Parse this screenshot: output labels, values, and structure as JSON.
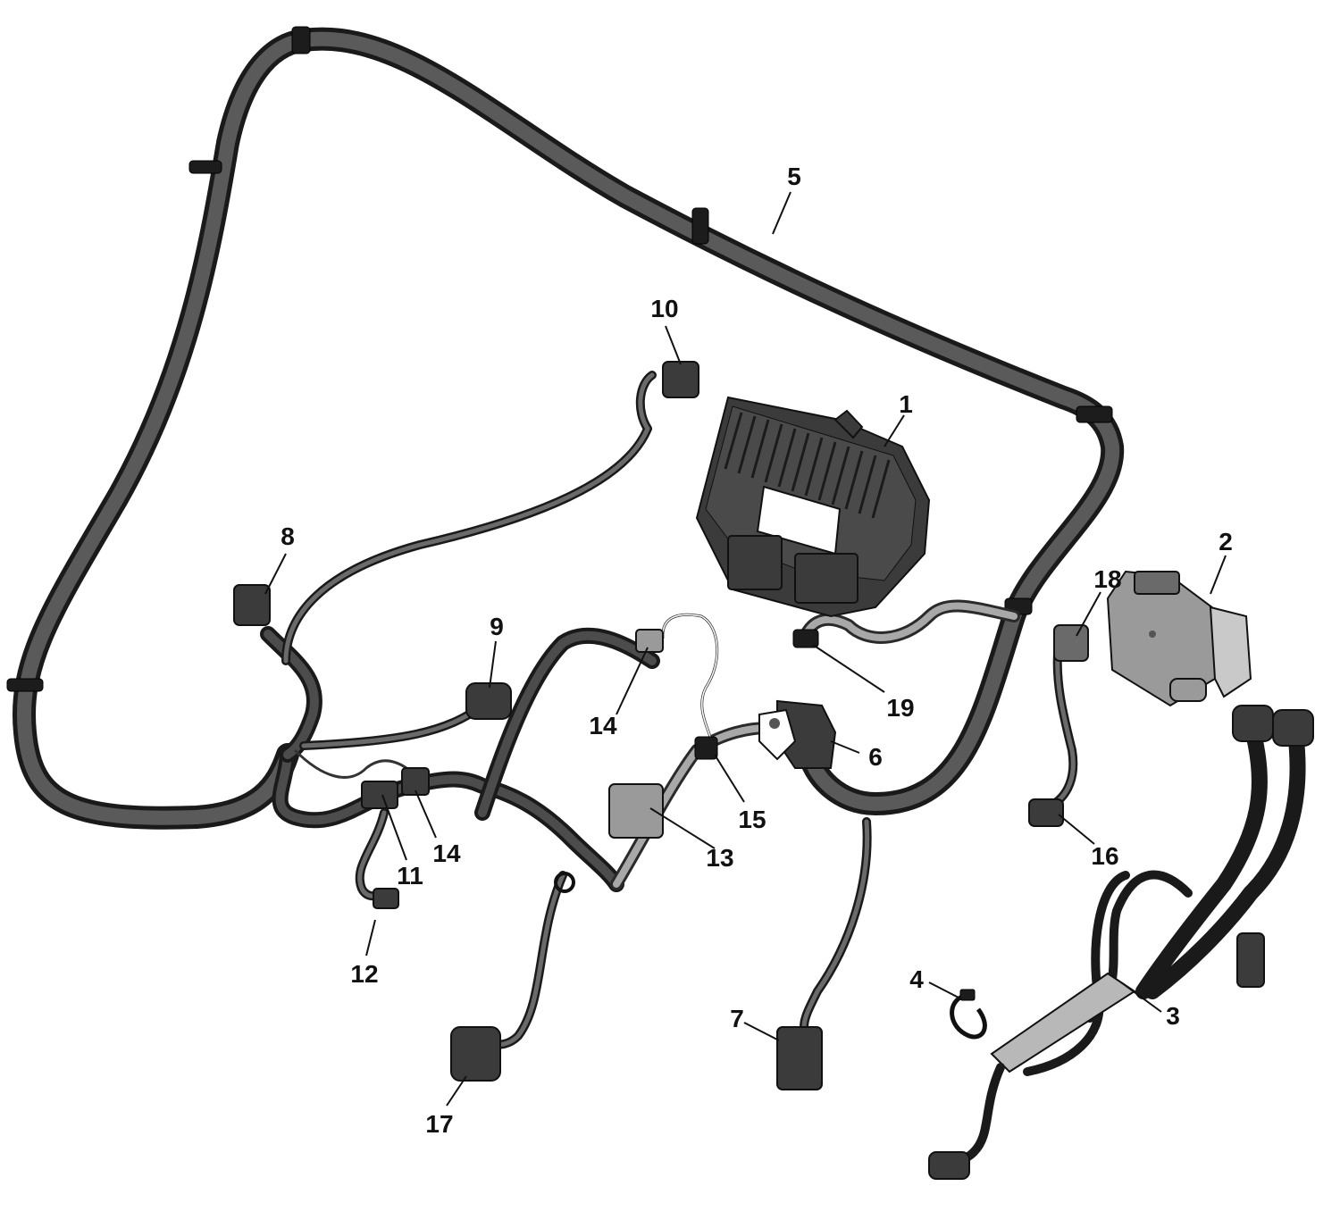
{
  "callouts": {
    "c1": "1",
    "c2": "2",
    "c3": "3",
    "c4": "4",
    "c5": "5",
    "c6": "6",
    "c7": "7",
    "c8": "8",
    "c9": "9",
    "c10": "10",
    "c11": "11",
    "c12": "12",
    "c13": "13",
    "c14a": "14",
    "c14b": "14",
    "c15": "15",
    "c16": "16",
    "c17": "17",
    "c18": "18",
    "c19": "19"
  },
  "colors": {
    "background": "#ffffff",
    "harness_dark": "#1a1a1a",
    "harness_gray": "#5a5a5a",
    "component_light": "#9a9a9a"
  }
}
